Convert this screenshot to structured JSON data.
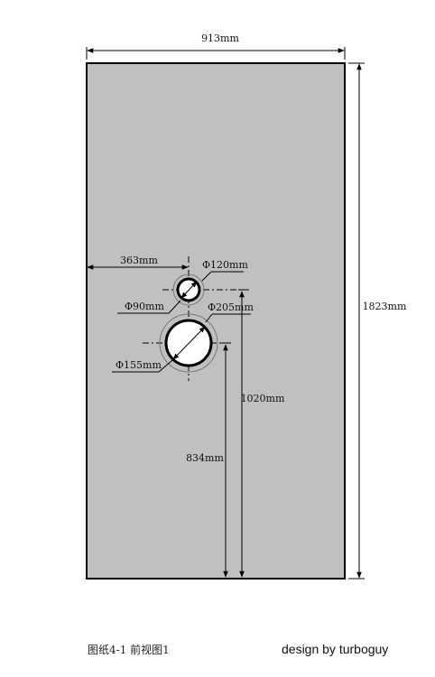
{
  "dimensions": {
    "panel_width": "913mm",
    "panel_height": "1823mm",
    "hole_offset_left": "363mm",
    "big_hole_center_height": "1020mm",
    "big_hole_bottom_height": "834mm"
  },
  "holes": {
    "small_outer_diameter": "Φ120mm",
    "small_inner_diameter": "Φ90mm",
    "big_outer_diameter": "Φ205mm",
    "big_inner_diameter": "Φ155mm"
  },
  "caption": {
    "figure_label": "图纸4-1  前视图1",
    "credit": "design by turboguy"
  },
  "colors": {
    "panel_fill": "#c0c0c0",
    "line": "#000000",
    "hole_fill": "#ffffff"
  }
}
